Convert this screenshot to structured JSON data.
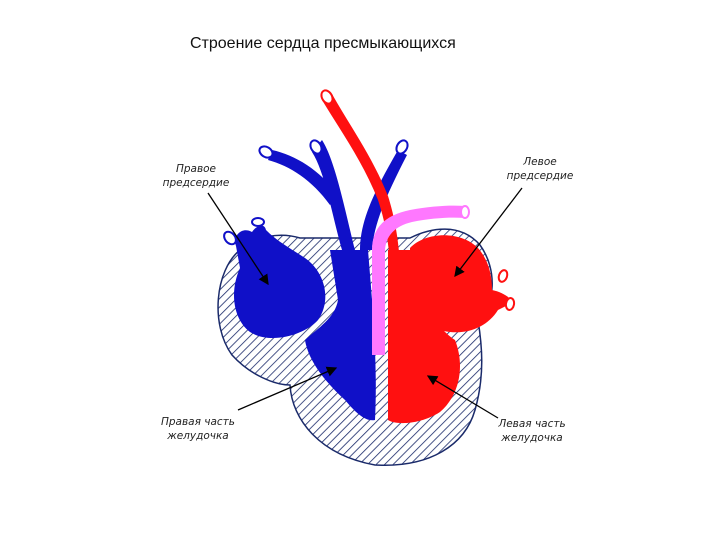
{
  "title": "Строение сердца пресмыкающихся",
  "labels": {
    "right_atrium": [
      "Правое",
      "предсердие"
    ],
    "left_atrium": [
      "Левое",
      "предсердие"
    ],
    "right_ventricle": [
      "Правая часть",
      "желудочка"
    ],
    "left_ventricle": [
      "Левая часть",
      "желудочка"
    ]
  },
  "colors": {
    "venous_blood": "#1010c8",
    "arterial_blood": "#ff1010",
    "mixed_blood": "#ff78ff",
    "heart_wall_hatch": "#1a2a6a"
  }
}
